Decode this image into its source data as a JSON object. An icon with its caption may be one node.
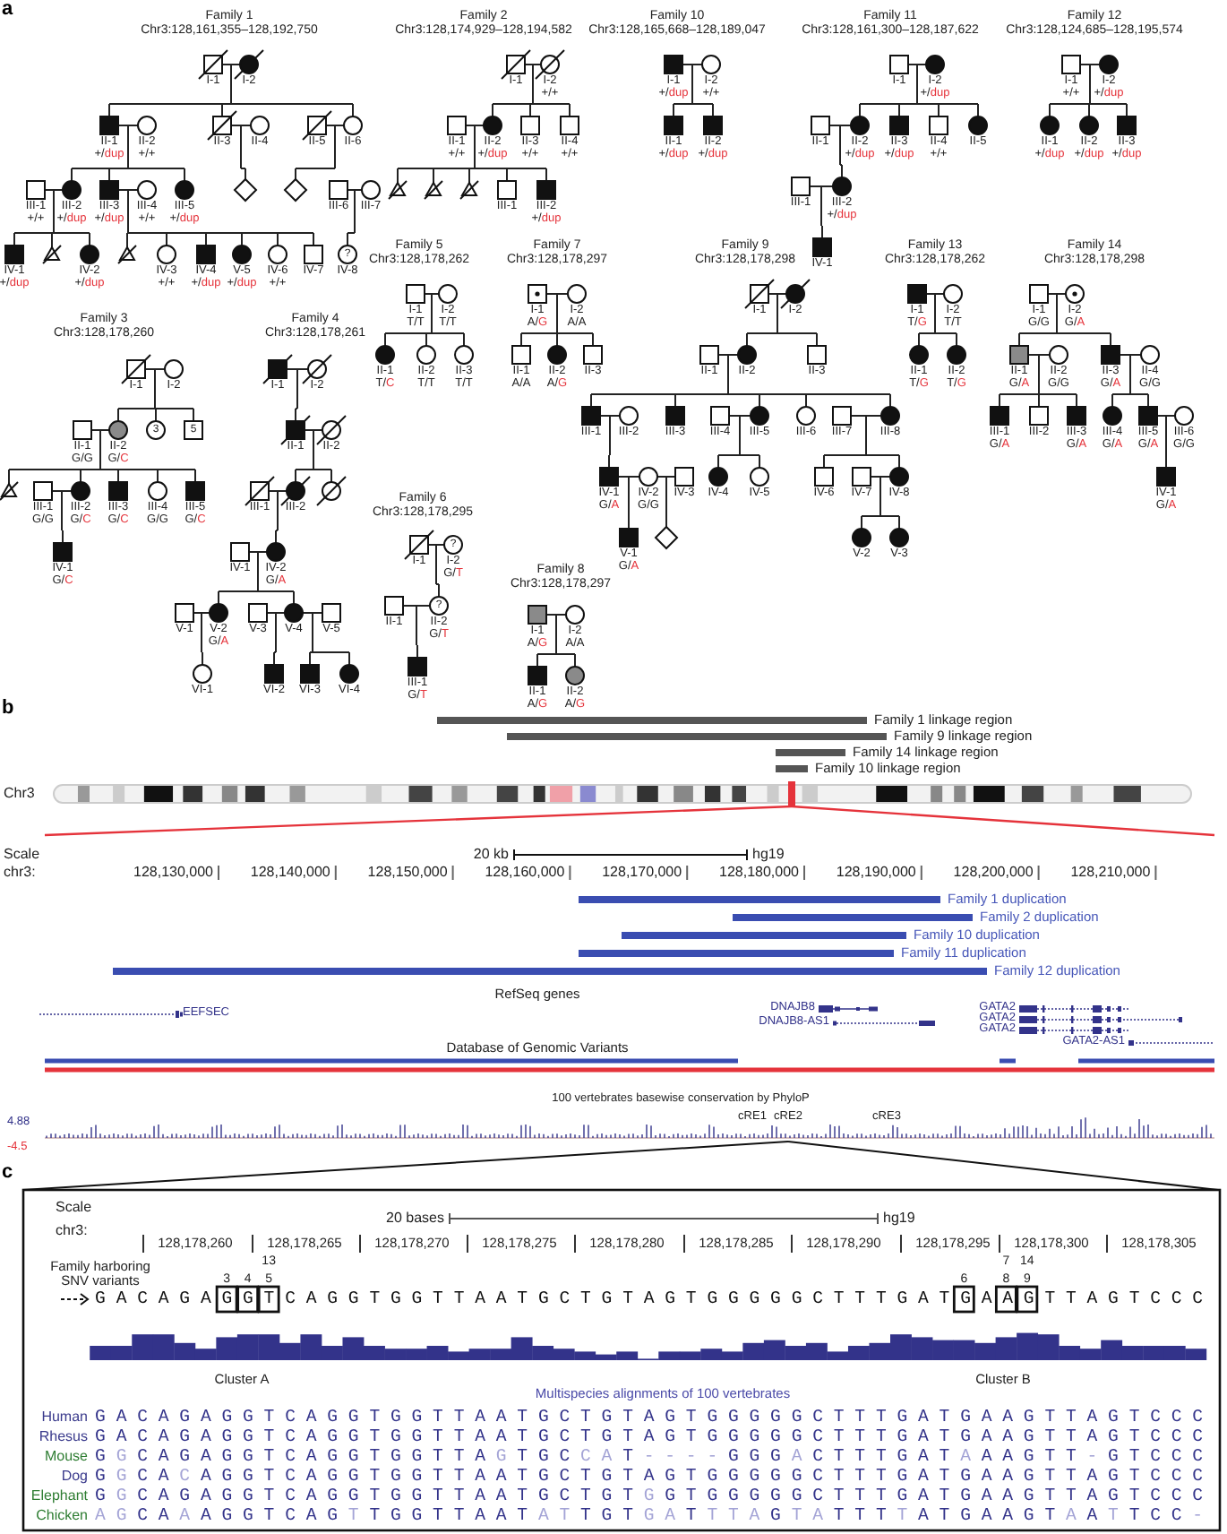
{
  "diagram": {
    "labels": [
      "a",
      "Family 1",
      "Chr3:128,161,355–128,192,750",
      "I-1",
      "I-2",
      "II-1",
      "+/dup",
      "II-2",
      "+/+",
      "II-3",
      "II-4",
      "II-5",
      "II-6",
      "III-1",
      "+/+",
      "III-2",
      "+/dup",
      "III-3",
      "+/dup",
      "III-4",
      "+/+",
      "III-5",
      "+/dup",
      "III-6",
      "III-7",
      "IV-1",
      "+/dup",
      "IV-2",
      "+/dup",
      "IV-3",
      "+/+",
      "IV-4",
      "+/dup",
      "V-5",
      "+/dup",
      "IV-6",
      "+/+",
      "IV-7",
      "?",
      "IV-8",
      "Family 2",
      "Chr3:128,174,929–128,194,582",
      "I-1",
      "I-2",
      "+/+",
      "II-1",
      "+/+",
      "II-2",
      "+/dup",
      "II-3",
      "+/+",
      "II-4",
      "+/+",
      "III-1",
      "III-2",
      "+/dup",
      "Family 10",
      "Chr3:128,165,668–128,189,047",
      "I-1",
      "+/dup",
      "I-2",
      "+/+",
      "II-1",
      "+/dup",
      "II-2",
      "+/dup",
      "Family 11",
      "Chr3:128,161,300–128,187,622",
      "I-1",
      "I-2",
      "+/dup",
      "II-1",
      "II-2",
      "+/dup",
      "II-3",
      "+/dup",
      "II-4",
      "+/+",
      "II-5",
      "III-1",
      "III-2",
      "+/dup",
      "IV-1",
      "Family 12",
      "Chr3:128,124,685–128,195,574",
      "I-1",
      "+/+",
      "I-2",
      "+/dup",
      "II-1",
      "+/dup",
      "II-2",
      "+/dup",
      "II-3",
      "+/dup",
      "Family 5",
      "Chr3:128,178,262",
      "I-1",
      "T/T",
      "I-2",
      "T/T",
      "II-1",
      "T/C",
      "II-2",
      "T/T",
      "II-3",
      "T/T",
      "Family 7",
      "Chr3:128,178,297",
      "I-1",
      "A/G",
      "I-2",
      "A/A",
      "II-1",
      "A/A",
      "II-2",
      "A/G",
      "II-3",
      "Family 9",
      "Chr3:128,178,298",
      "I-1",
      "I-2",
      "II-1",
      "II-2",
      "II-3",
      "III-1",
      "III-2",
      "III-3",
      "III-4",
      "III-5",
      "III-6",
      "III-7",
      "III-8",
      "IV-1",
      "G/A",
      "IV-2",
      "G/G",
      "IV-3",
      "IV-4",
      "IV-5",
      "IV-6",
      "IV-7",
      "IV-8",
      "V-1",
      "G/A",
      "V-2",
      "V-3",
      "Family 13",
      "Chr3:128,178,262",
      "I-1",
      "T/G",
      "I-2",
      "T/T",
      "II-1",
      "T/G",
      "II-2",
      "T/G",
      "Family 14",
      "Chr3:128,178,298",
      "I-1",
      "G/G",
      "I-2",
      "G/A",
      "II-1",
      "G/A",
      "II-2",
      "G/G",
      "II-3",
      "G/A",
      "II-4",
      "G/G",
      "III-1",
      "G/A",
      "III-2",
      "III-3",
      "G/A",
      "III-4",
      "G/A",
      "III-5",
      "G/A",
      "III-6",
      "G/G",
      "IV-1",
      "G/A",
      "Family 3",
      "Chr3:128,178,260",
      "I-1",
      "I-2",
      "II-1",
      "G/G",
      "II-2",
      "G/C",
      "3",
      "5",
      "III-1",
      "G/G",
      "III-2",
      "G/C",
      "III-3",
      "G/C",
      "III-4",
      "G/G",
      "III-5",
      "G/C",
      "IV-1",
      "G/C",
      "Family 4",
      "Chr3:128,178,261",
      "I-1",
      "I-2",
      "II-1",
      "II-2",
      "III-1",
      "III-2",
      "IV-1",
      "IV-2",
      "G/A",
      "V-1",
      "V-2",
      "G/A",
      "V-3",
      "V-4",
      "V-5",
      "VI-1",
      "VI-2",
      "VI-3",
      "VI-4",
      "Family 6",
      "Chr3:128,178,295",
      "I-1",
      "?",
      "I-2",
      "G/T",
      "II-1",
      "?",
      "II-2",
      "G/T",
      "III-1",
      "G/T",
      "Family 8",
      "Chr3:128,178,297",
      "I-1",
      "A/G",
      "I-2",
      "A/A",
      "II-1",
      "A/G",
      "II-2",
      "A/G",
      "b",
      "Family 1 linkage region",
      "Family 9 linkage region",
      "Family 14 linkage region",
      "Family 10 linkage region",
      "Chr3",
      "Scale",
      "20 kb",
      "hg19",
      "chr3:",
      "128,130,000",
      "128,140,000",
      "128,150,000",
      "128,160,000",
      "128,170,000",
      "128,180,000",
      "128,190,000",
      "128,200,000",
      "128,210,000",
      "Family 1 duplication",
      "Family 2 duplication",
      "Family 10 duplication",
      "Family 11 duplication",
      "Family 12 duplication",
      "RefSeq genes",
      "EEFSEC",
      "DNAJB8",
      "GATA2",
      "GATA2",
      "DNAJB8-AS1",
      "GATA2",
      "GATA2-AS1",
      "Database of Genomic Variants",
      "100 vertebrates basewise conservation by PhyloP",
      "4.88",
      "cRE1",
      "cRE2",
      "cRE3",
      "-4.5",
      "c",
      "Scale",
      "20 bases",
      "hg19",
      "chr3:",
      "128,178,260",
      "128,178,265",
      "128,178,270",
      "128,178,275",
      "128,178,280",
      "128,178,285",
      "128,178,290",
      "128,178,295",
      "128,178,300",
      "128,178,305",
      "Family harboring SNV variants",
      "13",
      "7",
      "14",
      "3",
      "4",
      "5",
      "6",
      "8",
      "9",
      "G A C A G A G G T C A G G T G G T T A A T G C T G T A G T G G G G G C T T T G A T G A A G T T A G T C C C",
      "Cluster A",
      "Cluster B",
      "Multispecies alignments of 100 vertebrates",
      "Human",
      "G A C A G A G G T C A G G T G G T T A A T G C T G T A G T G G G G G C T T T G A T G A A G T T A G T C C C",
      "Rhesus",
      "G A C A G A G G T C A G G T G G T T A A T G C T G T A G T G G G G G C T T T G A T G A A G T T A G T C C C",
      "Mouse",
      "G G C A G A G G T C A G G T G G T T A G T G C C A T - - - - G G G A C T T T G A T A A A G T T - G T C C C",
      "Dog",
      "G G C A C A G G T C A G G T G G T T A A T G C T G T A G T G G G G G C T T T G A T G A A G T T A G T C C C",
      "Elephant",
      "G G C A G A G G T C A G G T G G T T A A T G C T G T G G T G G G G G C T T T G A T G A A G T T A G T C C C",
      "Chicken",
      "A G C A A A G G T C A G T T G G T T A A T A T T G T G A T T T A G T A T T T T A T G A A G T A A T T C C -"
    ]
  }
}
